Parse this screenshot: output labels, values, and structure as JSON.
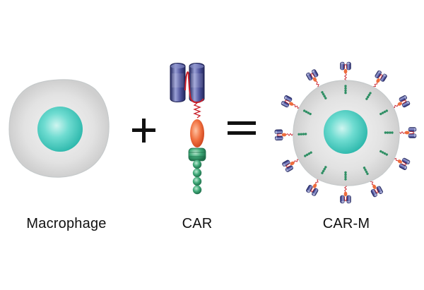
{
  "labels": {
    "macrophage": "Macrophage",
    "car": "CAR",
    "car_m": "CAR-M"
  },
  "operators": {
    "plus": "+",
    "equals": "="
  },
  "colors": {
    "cell_body": "#d9d9d9",
    "cell_edge": "#c2c6c8",
    "nucleus": "#4fd0c4",
    "car_binding_domain": "#3b3f86",
    "car_linker": "#c8202a",
    "car_hinge": "#ec6a3c",
    "car_signaling_beads": "#2f8f64"
  },
  "icons": {
    "macrophage": "macrophage-cell-icon",
    "car": "car-receptor-icon",
    "car_m": "car-macrophage-icon"
  }
}
